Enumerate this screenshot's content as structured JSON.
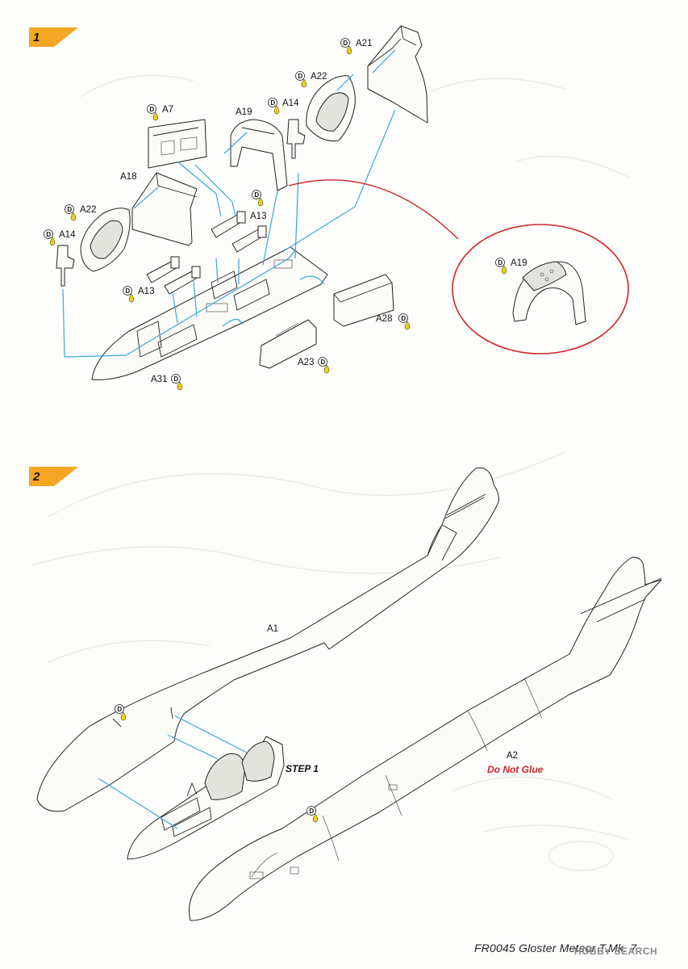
{
  "steps": [
    {
      "number": "1",
      "color": "#f5a623"
    },
    {
      "number": "2",
      "color": "#f5a623"
    }
  ],
  "glue_marker": {
    "letter": "D",
    "drop_color": "#e8d21a"
  },
  "step1_labels": {
    "a21": "A21",
    "a22_top": "A22",
    "a7": "A7",
    "a19": "A19",
    "a14_top": "A14",
    "a18": "A18",
    "a13_top": "A13",
    "a22_left": "A22",
    "a14_left": "A14",
    "a13_left": "A13",
    "a28": "A28",
    "a23": "A23",
    "a31": "A31",
    "a19_detail": "A19"
  },
  "step2_labels": {
    "a1": "A1",
    "a2": "A2",
    "step_ref": "STEP 1",
    "warning": "Do Not Glue"
  },
  "colors": {
    "arrow": "#3aa8d8",
    "callout": "#d0262a",
    "warning": "#d0262a"
  },
  "footer": {
    "text": "FR0045 Gloster Meteor T.Mk. 7",
    "watermark": "HOBBY SEARCH"
  }
}
